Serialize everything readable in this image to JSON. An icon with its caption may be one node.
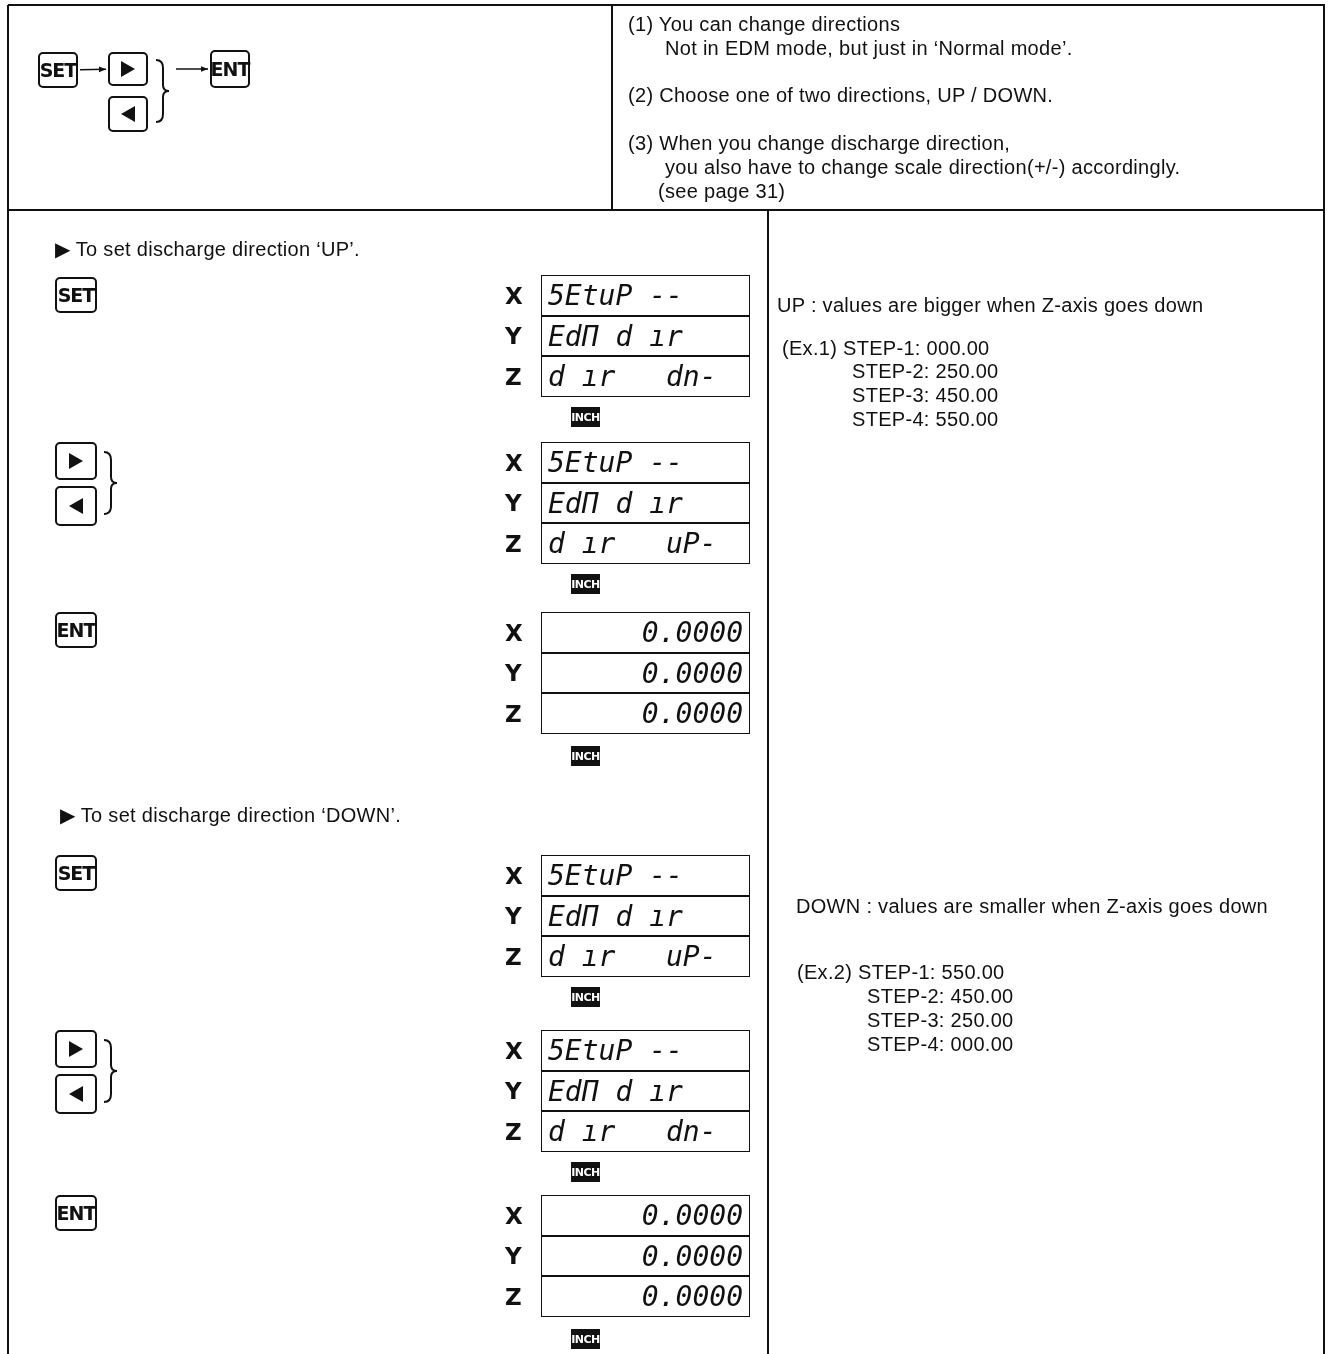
{
  "diagram": {
    "nodes": [
      {
        "text": [
          "SET"
        ]
      },
      {
        "text": [],
        "shape": "box"
      },
      {
        "text": [],
        "shape": "box"
      },
      {
        "text": [
          "ENT"
        ]
      },
      {
        "text": [
          "SET"
        ]
      },
      {
        "text": [
          "5EtuP --"
        ],
        "beside": [
          "X"
        ]
      },
      {
        "text": [
          "EdΠ d ır"
        ],
        "beside": [
          "Y"
        ]
      },
      {
        "text": [
          "d ır   dn-"
        ],
        "beside": [
          "Z"
        ]
      },
      {
        "text": [
          "INCH"
        ]
      },
      {
        "text": [],
        "shape": "box"
      },
      {
        "text": [],
        "shape": "box"
      },
      {
        "text": [
          "5EtuP --"
        ],
        "beside": [
          "X"
        ]
      },
      {
        "text": [
          "EdΠ d ır"
        ],
        "beside": [
          "Y"
        ]
      },
      {
        "text": [
          "d ır   uP-"
        ],
        "beside": [
          "Z"
        ]
      },
      {
        "text": [
          "INCH"
        ]
      },
      {
        "text": [
          "ENT"
        ]
      },
      {
        "text": [
          "0.0000"
        ],
        "beside": [
          "X"
        ]
      },
      {
        "text": [
          "0.0000"
        ],
        "beside": [
          "Y"
        ]
      },
      {
        "text": [
          "0.0000"
        ],
        "beside": [
          "Z"
        ]
      },
      {
        "text": [
          "INCH"
        ]
      },
      {
        "text": [
          "SET"
        ]
      },
      {
        "text": [
          "5EtuP --"
        ],
        "beside": [
          "X"
        ]
      },
      {
        "text": [
          "EdΠ d ır"
        ],
        "beside": [
          "Y"
        ]
      },
      {
        "text": [
          "d ır   uP-"
        ],
        "beside": [
          "Z"
        ]
      },
      {
        "text": [
          "INCH"
        ]
      },
      {
        "text": [],
        "shape": "box"
      },
      {
        "text": [],
        "shape": "box"
      },
      {
        "text": [
          "5EtuP --"
        ],
        "beside": [
          "X"
        ]
      },
      {
        "text": [
          "EdΠ d ır"
        ],
        "beside": [
          "Y"
        ]
      },
      {
        "text": [
          "d ır   dn-"
        ],
        "beside": [
          "Z"
        ]
      },
      {
        "text": [
          "INCH"
        ]
      },
      {
        "text": [
          "ENT"
        ]
      },
      {
        "text": [
          "0.0000"
        ],
        "beside": [
          "X"
        ]
      },
      {
        "text": [
          "0.0000"
        ],
        "beside": [
          "Y"
        ]
      },
      {
        "text": [
          "0.0000"
        ],
        "beside": [
          "Z"
        ]
      },
      {
        "text": [
          "INCH"
        ]
      }
    ],
    "edges": [
      {
        "from": 0,
        "to": 1,
        "arrow": "to"
      },
      {
        "from": null,
        "to": 3,
        "arrow": "to"
      }
    ],
    "labels": [
      "(1) You can change directions",
      "Not in EDM mode, but just in ‘Normal mode’.",
      "(2) Choose one of  two directions, UP / DOWN.",
      "(3) When you change discharge direction,",
      "you also have to change scale direction(+/-) accordingly.",
      "(see page 31)",
      "▶ To set discharge direction ‘UP’.",
      "UP : values are bigger when Z-axis goes down",
      "(Ex.1) STEP-1: 000.00",
      "STEP-2: 250.00",
      "STEP-3: 450.00",
      "STEP-4: 550.00",
      "▶ To set discharge direction ‘DOWN’.",
      "DOWN : values are smaller when Z-axis goes down",
      "(Ex.2) STEP-1: 550.00",
      "STEP-2: 450.00",
      "STEP-3: 250.00",
      "STEP-4: 000.00"
    ]
  }
}
